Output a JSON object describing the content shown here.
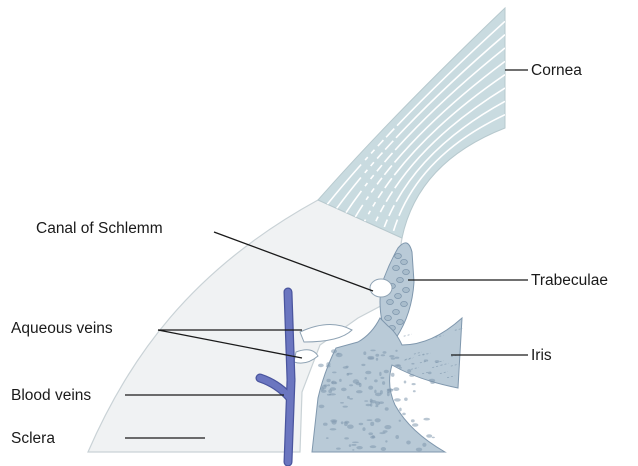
{
  "labels": {
    "cornea": "Cornea",
    "canal_of_schlemm": "Canal of Schlemm",
    "trabeculae": "Trabeculae",
    "aqueous_veins": "Aqueous veins",
    "iris": "Iris",
    "blood_veins": "Blood veins",
    "sclera": "Sclera"
  },
  "colors": {
    "sclera": "#f0f2f3",
    "outline": "#c9d2d6",
    "cornea": "#c9dbe0",
    "tissue": "#b9cad7",
    "tissue_texture": "#7f97ad",
    "vein": "#6b76c0",
    "vein_edge": "#4a559e",
    "leader": "#1a1a1a"
  }
}
